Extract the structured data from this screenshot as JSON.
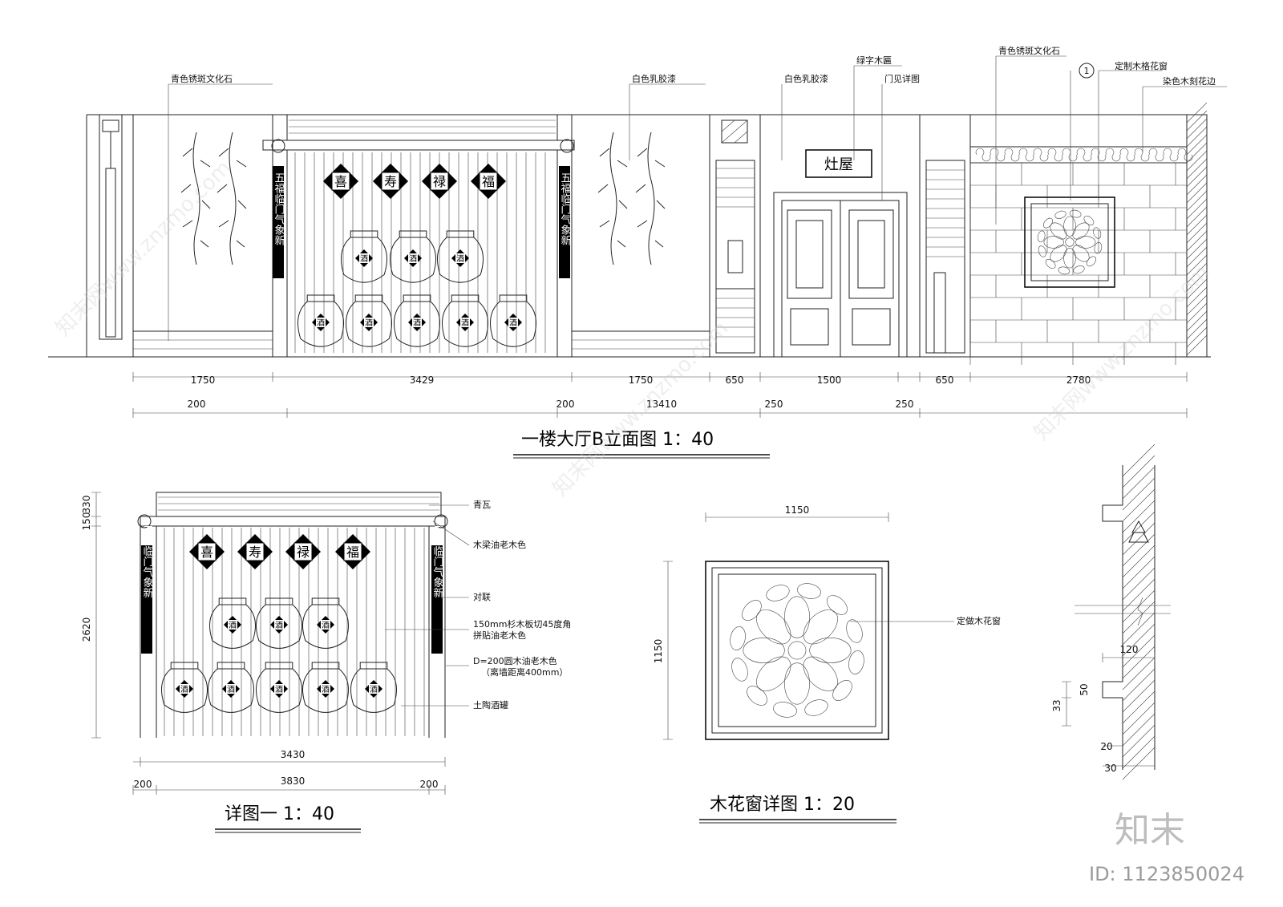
{
  "titles": {
    "main": "一楼大厅B立面图 1：40",
    "detail1": "详图一 1：40",
    "window": "木花窗详图 1：20"
  },
  "callouts_main": {
    "stone_left": "青色锈斑文化石",
    "latex_mid": "白色乳胶漆",
    "latex_door": "白色乳胶漆",
    "green_plaque": "绿字木匾",
    "see_detail": "门见详图",
    "stone_right": "青色锈斑文化石",
    "marker": "1",
    "custom_window": "定制木格花窗",
    "carved_edge": "染色木刻花边"
  },
  "callouts_detail": {
    "tile": "青瓦",
    "beam": "木梁油老木色",
    "couplet": "对联",
    "board_line1": "150mm杉木板切45度角",
    "board_line2": "拼贴油老木色",
    "pole_line1": "D=200圆木油老木色",
    "pole_line2": "（离墙距离400mm）",
    "jar": "土陶酒罐",
    "window_label": "定做木花窗"
  },
  "signs": {
    "kitchen": "灶屋",
    "blessings": [
      "喜",
      "寿",
      "禄",
      "福"
    ],
    "wine": "酒",
    "couplet_text": "五福临门气象新"
  },
  "dims_main": {
    "row1": [
      "1750",
      "3429",
      "1750",
      "650",
      "1500",
      "650",
      "2780"
    ],
    "row2": [
      "200",
      "200",
      "13410",
      "250",
      "250"
    ]
  },
  "dims_detail": {
    "widths": [
      "3430",
      "3830",
      "200",
      "200"
    ],
    "heights": [
      "330",
      "150",
      "2620"
    ]
  },
  "dims_window": {
    "width": "1150",
    "height": "1150"
  },
  "dims_section": [
    "120",
    "50",
    "33",
    "20",
    "30"
  ],
  "branding": {
    "logo": "知末",
    "id": "ID: 1123850024",
    "watermark": "知末网www.znzmo.com"
  }
}
